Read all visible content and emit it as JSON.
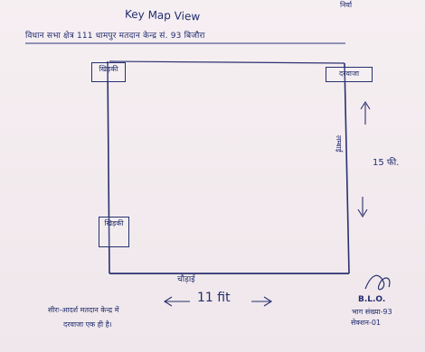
{
  "title": "Key Map View",
  "top_corner": "निर्वा",
  "header": "विधान सभा क्षेत्र 111 धामपुर मतदान केन्द्र सं. 93 बिजौरा",
  "labels": {
    "window_top": "खिड़की",
    "door_right": "दरवाजा",
    "window_bottom": "खिड़की",
    "length_vertical": "लम्बाई",
    "width_ft": "15 फी.",
    "bottom_label": "चौड़ाई",
    "bottom_ft": "11 fit"
  },
  "note": {
    "line1": "सीरः-आदर्श मतदान केन्द्र में",
    "line2": "दरवाजा एक ही है।"
  },
  "signature_block": {
    "blo": "B.L.O.",
    "part": "भाग संख्या-93",
    "section": "सेक्शन-01"
  }
}
